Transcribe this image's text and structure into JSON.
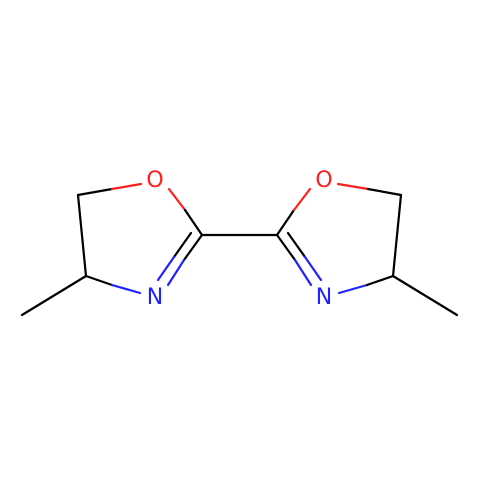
{
  "molecule": {
    "atoms": [
      {
        "id": "O1",
        "label": "O",
        "color": "#ff1f1f"
      },
      {
        "id": "N1",
        "label": "N",
        "color": "#1f24ff"
      },
      {
        "id": "O2",
        "label": "O",
        "color": "#ff1f1f"
      },
      {
        "id": "N2",
        "label": "N",
        "color": "#1f24ff"
      }
    ],
    "colors": {
      "bond": "#000000",
      "oxygen": "#ff1f1f",
      "nitrogen": "#1f24ff",
      "background": "#ffffff"
    }
  }
}
